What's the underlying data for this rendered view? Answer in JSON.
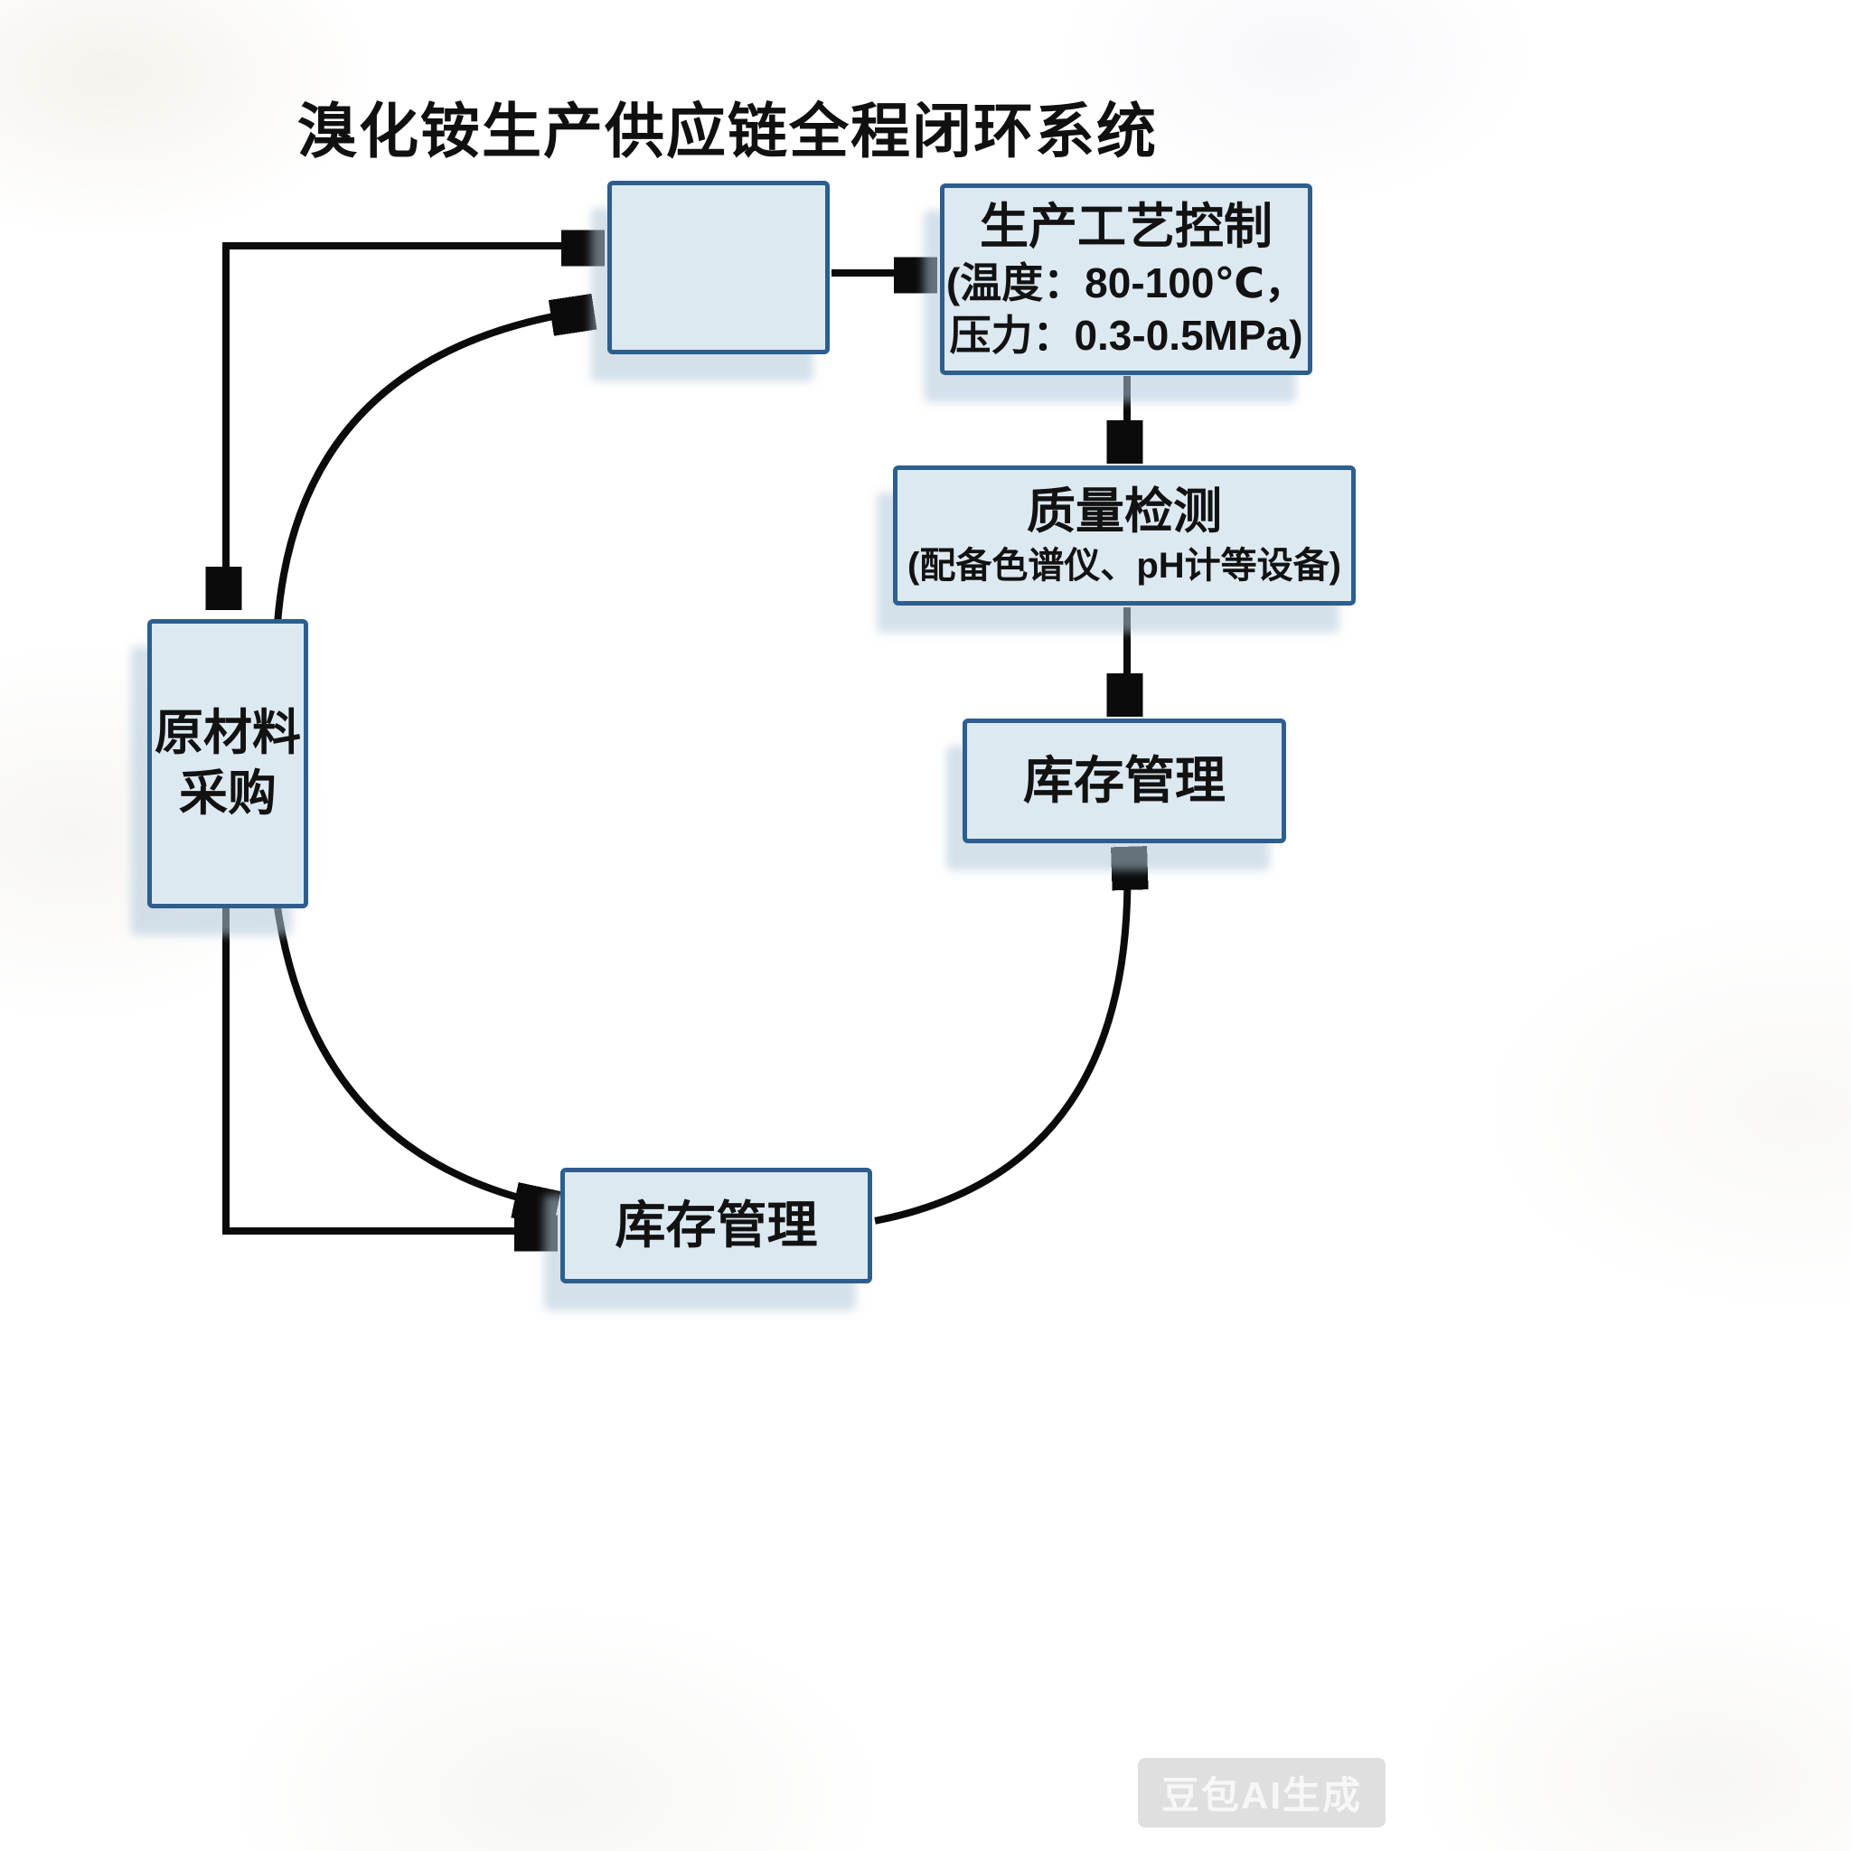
{
  "title": "溴化铵生产供应链全程闭环系统",
  "nodes": {
    "blank": {
      "label": ""
    },
    "process_control": {
      "name": "生产工艺控制",
      "param_line1": "(温度：80-100℃，",
      "param_line2": "压力：0.3-0.5MPa)"
    },
    "quality_check": {
      "name": "质量检测",
      "subtitle": "(配备色谱仪、pH计等设备)"
    },
    "inventory_right": {
      "label": "库存管理"
    },
    "raw_material": {
      "line1": "原材料",
      "line2": "采购"
    },
    "inventory_bottom": {
      "label": "库存管理"
    }
  },
  "watermark": "豆包AI生成",
  "colors": {
    "box_fill": "#dde9f1",
    "box_border": "#2d5e8e",
    "arrow": "#0b0b0b",
    "shadow": "#b0c6d8",
    "background": "#ffffff"
  }
}
